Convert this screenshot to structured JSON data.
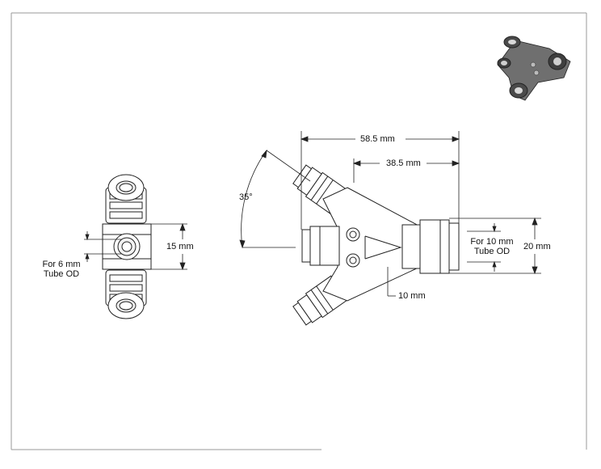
{
  "drawing": {
    "dimensions": {
      "overall_length": "58.5 mm",
      "inner_length": "38.5 mm",
      "angle": "35°",
      "body_height": "15 mm",
      "outlet_height": "20 mm",
      "center_offset": "10 mm"
    },
    "notes": {
      "inlet_line1": "For 6 mm",
      "inlet_line2": "Tube OD",
      "outlet_line1": "For 10 mm",
      "outlet_line2": "Tube OD"
    },
    "thumbnail": "3d-isometric-wye-fitting"
  }
}
